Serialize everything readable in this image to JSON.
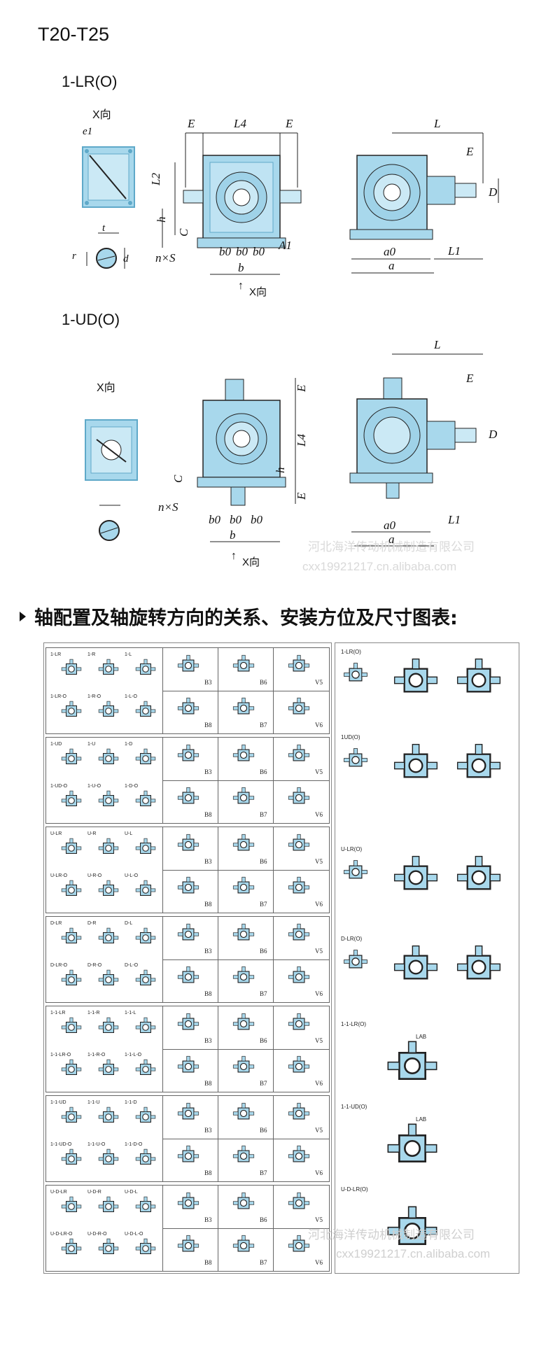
{
  "page_title": "T20-T25",
  "section1": {
    "title": "1-LR(O)",
    "view_label": "X向",
    "bottom_label": "X向",
    "dims": {
      "e1": "e1",
      "t": "t",
      "r": "r",
      "d": "d",
      "E": "E",
      "L4": "L4",
      "L2": "L2",
      "h": "h",
      "C": "C",
      "nxs": "n×S",
      "b0": "b0",
      "b": "b",
      "A1": "A1",
      "L": "L",
      "D": "D",
      "a0": "a0",
      "a": "a",
      "L1": "L1"
    }
  },
  "section2": {
    "title": "1-UD(O)",
    "view_label": "X向",
    "bottom_label": "X向"
  },
  "watermark": {
    "line1": "河北海洋传动机械制造有限公司",
    "line2": "cxx19921217.cn.alibaba.com"
  },
  "heading": "轴配置及轴旋转方向的关系、安装方位及尺寸图表:",
  "colors": {
    "housing": "#a8d8ec",
    "housing_dark": "#5fa9c9",
    "line": "#222222"
  },
  "table": {
    "groups": [
      {
        "top": [
          "1-LR",
          "1-R",
          "1-L"
        ],
        "bottom": [
          "1-LR-O",
          "1-R-O",
          "1-L-O"
        ]
      },
      {
        "top": [
          "1-UD",
          "1-U",
          "1-D"
        ],
        "bottom": [
          "1-UD-O",
          "1-U-O",
          "1-D-O"
        ]
      },
      {
        "top": [
          "U-LR",
          "U-R",
          "U-L"
        ],
        "bottom": [
          "U-LR-O",
          "U-R-O",
          "U-L-O"
        ]
      },
      {
        "top": [
          "D-LR",
          "D-R",
          "D-L"
        ],
        "bottom": [
          "D-LR-O",
          "D-R-O",
          "D-L-O"
        ]
      },
      {
        "top": [
          "1-1-LR",
          "1-1-R",
          "1-1-L"
        ],
        "bottom": [
          "1-1-LR-O",
          "1-1-R-O",
          "1-1-L-O"
        ]
      },
      {
        "top": [
          "1-1-UD",
          "1-1-U",
          "1-1-D"
        ],
        "bottom": [
          "1-1-UD-O",
          "1-1-U-O",
          "1-1-D-O"
        ]
      },
      {
        "top": [
          "U-D-LR",
          "U-D-R",
          "U-D-L"
        ],
        "bottom": [
          "U-D-LR-O",
          "U-D-R-O",
          "U-D-L-O"
        ]
      }
    ],
    "mount_top": [
      "B3",
      "B6",
      "V5"
    ],
    "mount_bottom": [
      "B8",
      "B7",
      "V6"
    ]
  },
  "right_panel": {
    "items": [
      "1-LR(O)",
      "1UD(O)",
      "U-LR(O)",
      "D-LR(O)",
      "1-1-LR(O)",
      "1-1-UD(O)",
      "U-D-LR(O)"
    ],
    "lab": "LAB"
  }
}
